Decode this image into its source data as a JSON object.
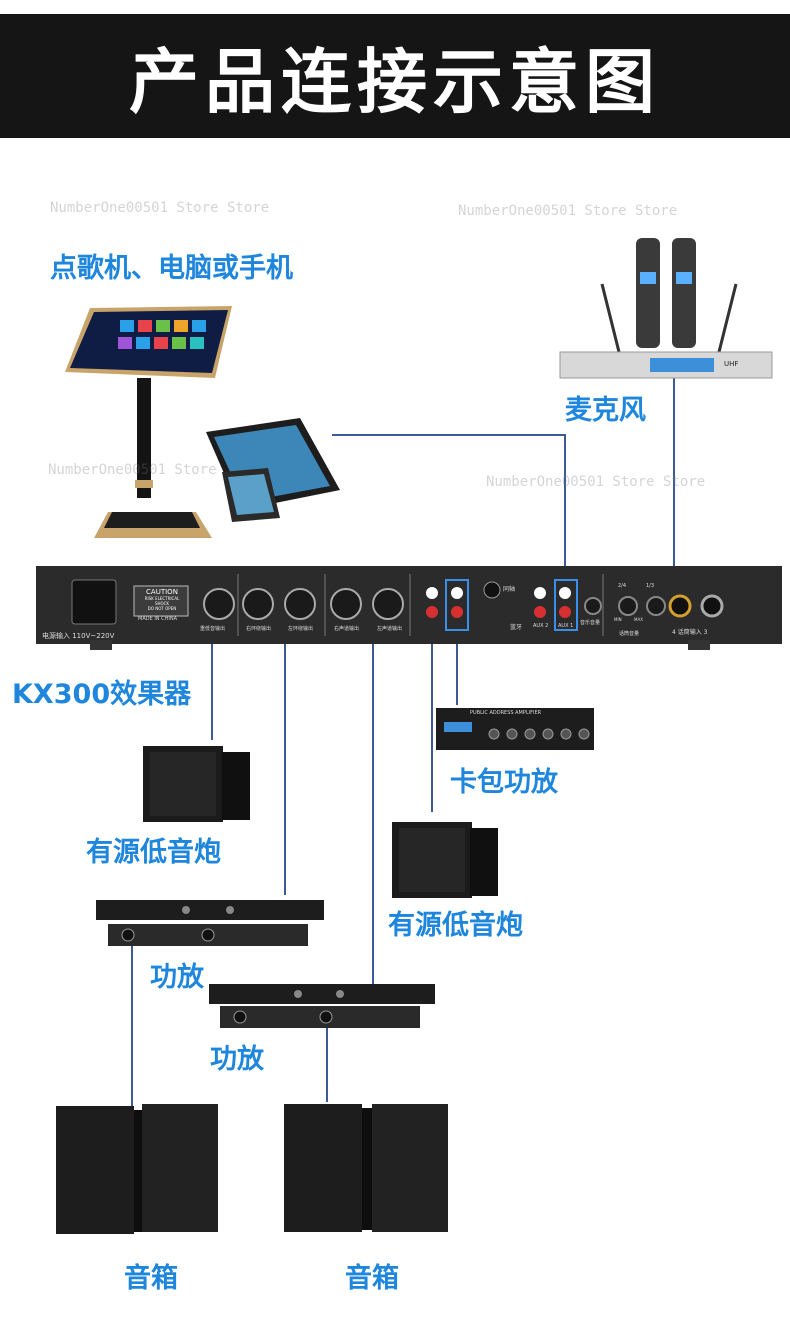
{
  "title": "产品连接示意图",
  "labels": {
    "source": "点歌机、电脑或手机",
    "mic": "麦克风",
    "effector": "KX300效果器",
    "card_amp": "卡包功放",
    "sub_left": "有源低音炮",
    "sub_right": "有源低音炮",
    "amp1": "功放",
    "amp2": "功放",
    "speaker1": "音箱",
    "speaker2": "音箱"
  },
  "panel_text": {
    "caution": "CAUTION",
    "caution_sub1": "RISK ELECTRICAL SHOCK",
    "caution_sub2": "DO NOT OPEN",
    "made_in": "MADE IN CHINA",
    "power_label": "电源输入 110V~220V",
    "out_sub": "重低音输出",
    "out_right_ring": "右环绕输出",
    "out_left_ring": "左环绕输出",
    "out_right_main": "右声道输出",
    "out_left_main": "左声道输出",
    "coax": "同轴",
    "bluetooth": "蓝牙",
    "aux2": "AUX 2",
    "aux1": "AUX 1",
    "music_vol": "音乐音量",
    "mic_vol": "话筒音量",
    "mic_in": "4 话筒输入 3",
    "r24": "2/4",
    "r13": "1/3",
    "min": "MIN",
    "max": "MAX"
  },
  "receiver_text": "UHF",
  "card_amp_text": "PUBLIC ADDRESS AMPLIFIER",
  "watermark": "NumberOne00501 Store Store",
  "watermark_short": "NumberOne00501 Store",
  "colors": {
    "accent_blue": "#1e86dd",
    "title_bg": "#151515",
    "device_dark": "#2b2b2b",
    "line": "#3a5a9a"
  }
}
